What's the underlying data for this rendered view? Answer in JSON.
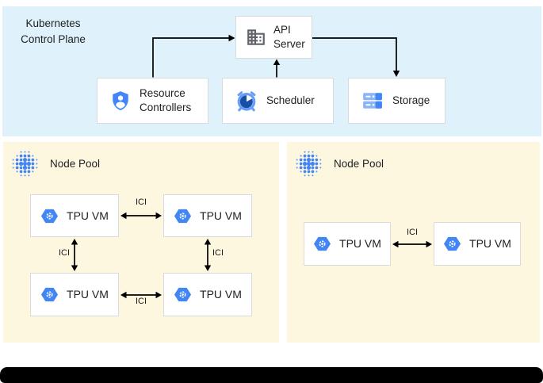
{
  "control_plane": {
    "label": "Kubernetes Control Plane",
    "components": {
      "api_server": "API Server",
      "resource_controllers": "Resource Controllers",
      "scheduler": "Scheduler",
      "storage": "Storage"
    }
  },
  "node_pools": [
    {
      "label": "Node Pool",
      "vms": [
        "TPU VM",
        "TPU VM",
        "TPU VM",
        "TPU VM"
      ],
      "ici": [
        "ICI",
        "ICI",
        "ICI",
        "ICI"
      ]
    },
    {
      "label": "Node Pool",
      "vms": [
        "TPU VM",
        "TPU VM"
      ],
      "ici": [
        "ICI"
      ]
    }
  ],
  "colors": {
    "control_plane_bg": "#DFF2FC",
    "node_pool_bg": "#FEF7E0",
    "accent_blue": "#4285F4",
    "light_blue": "#669DF6",
    "dark_blue_pie": "#174EA6",
    "icon_gray": "#5F6368",
    "arrow": "#000000",
    "footer_bar": "#000000"
  }
}
